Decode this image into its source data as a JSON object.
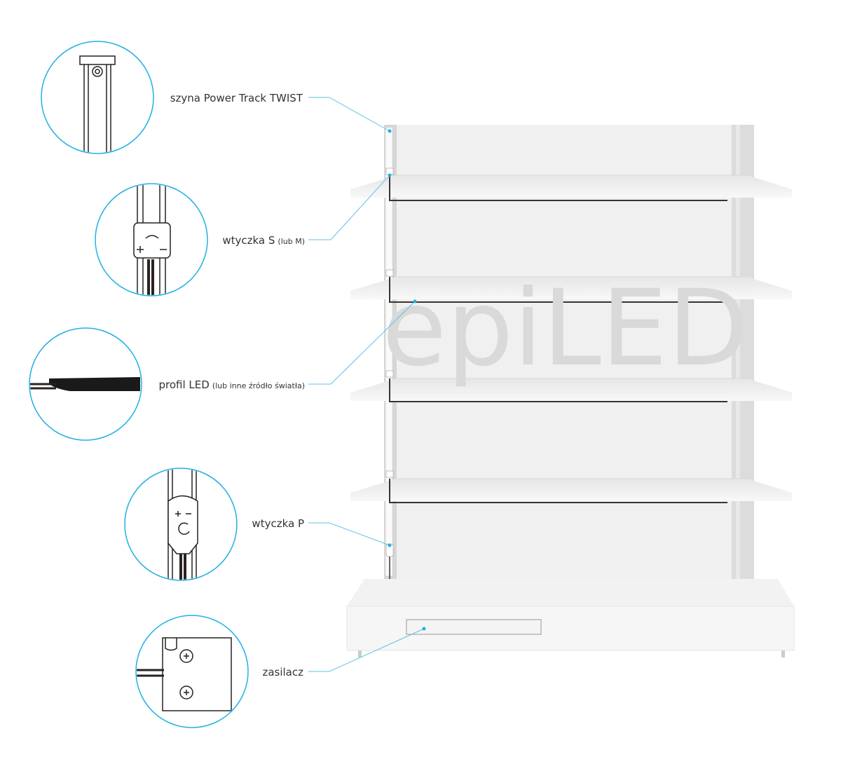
{
  "watermark": "epiLED",
  "colors": {
    "accent": "#22b0e3",
    "callout": "#5cc3e6",
    "cable": "#3a3330",
    "panel": "#f0f0f0"
  },
  "labels": [
    {
      "id": "rail",
      "main": "szyna Power Track TWIST",
      "note": ""
    },
    {
      "id": "plug-s",
      "main": "wtyczka S",
      "note": "(lub M)"
    },
    {
      "id": "led-profile",
      "main": "profil LED",
      "note": "(lub inne źródło światła)"
    },
    {
      "id": "plug-p",
      "main": "wtyczka P",
      "note": ""
    },
    {
      "id": "power-supply",
      "main": "zasilacz",
      "note": ""
    }
  ]
}
